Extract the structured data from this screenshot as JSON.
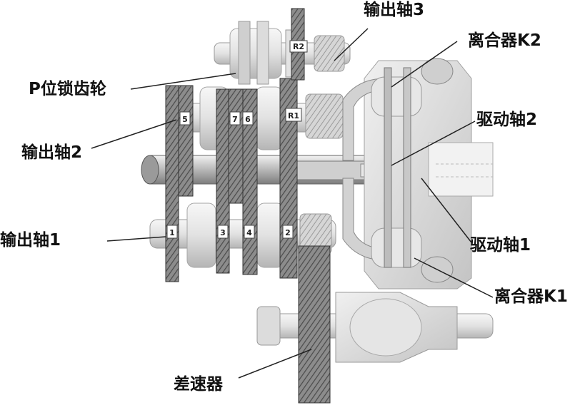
{
  "labels": {
    "output_shaft_3": "输出轴3",
    "clutch_k2": "离合器K2",
    "p_lock_gear": "P位锁齿轮",
    "drive_shaft_2": "驱动轴2",
    "output_shaft_2": "输出轴2",
    "output_shaft_1": "输出轴1",
    "drive_shaft_1": "驱动轴1",
    "clutch_k1": "离合器K1",
    "differential": "差速器"
  },
  "gear_labels": {
    "r2": "R2",
    "r1": "R1",
    "g5": "5",
    "g7": "7",
    "g6": "6",
    "g1": "1",
    "g3": "3",
    "g4": "4",
    "g2": "2"
  }
}
